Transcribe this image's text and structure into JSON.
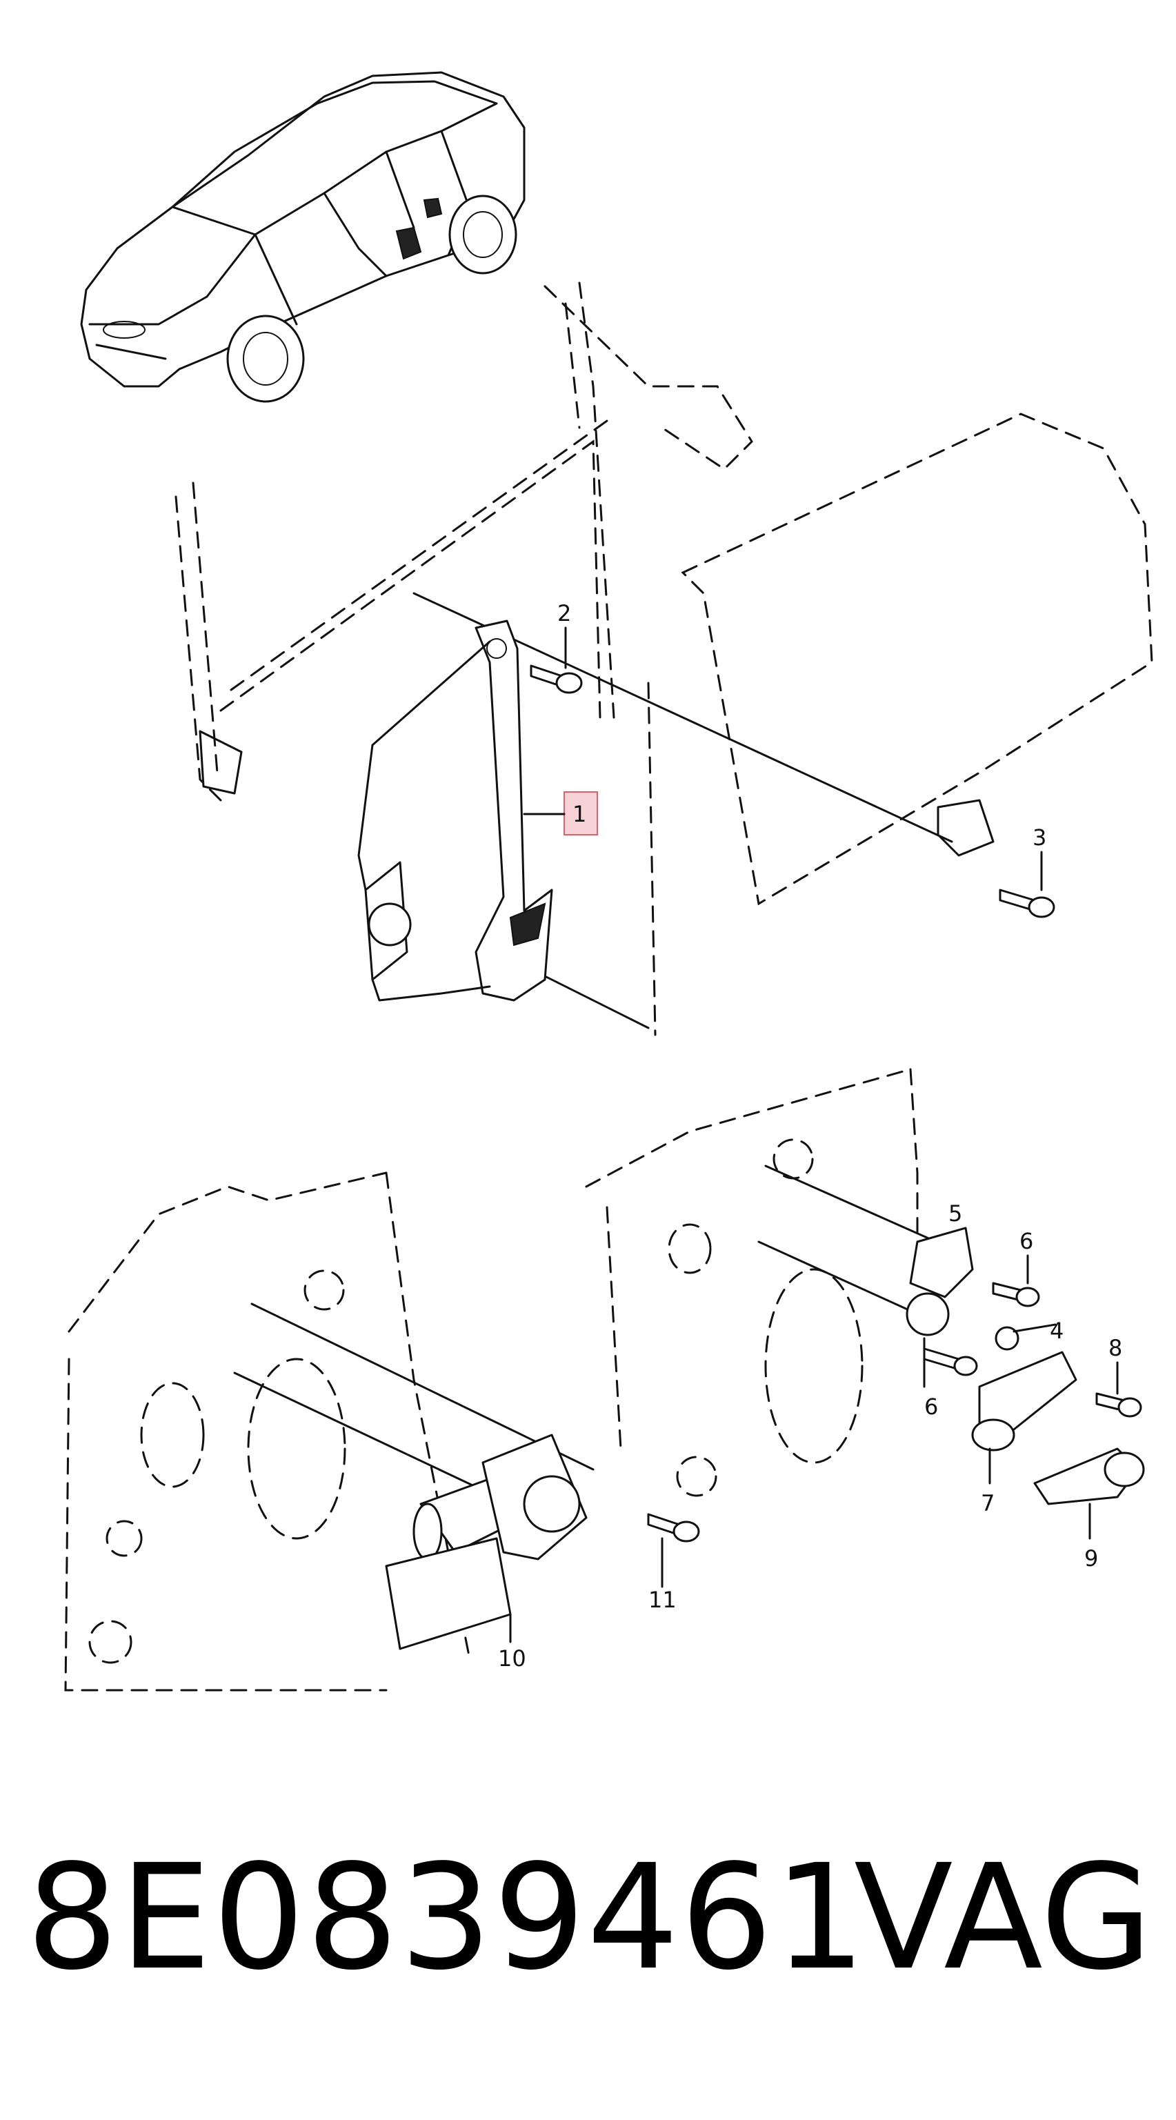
{
  "callouts": {
    "c1": "1",
    "c2": "2",
    "c3": "3",
    "c4": "4",
    "c5": "5",
    "c6a": "6",
    "c6b": "6",
    "c7": "7",
    "c8": "8",
    "c9": "9",
    "c10": "10",
    "c11": "11"
  },
  "highlight_color": "#f7d3d8",
  "highlight_border": "#d9606d",
  "footer": {
    "part_number": "8E0839461",
    "brand": "VAG"
  }
}
